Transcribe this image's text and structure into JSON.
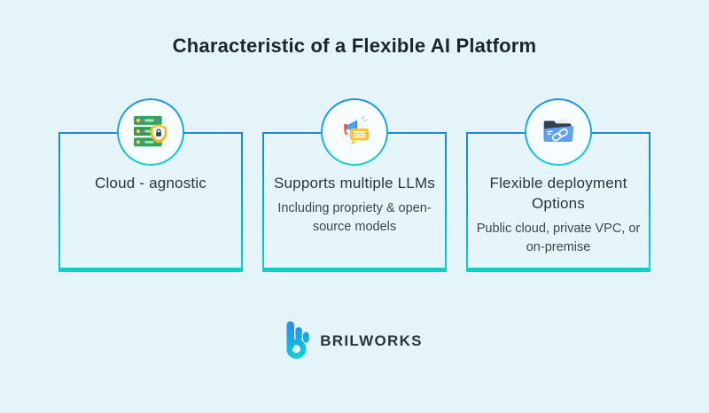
{
  "header": {
    "title": "Characteristic of a Flexible AI Platform"
  },
  "cards": [
    {
      "icon": "secure-servers-icon",
      "title": "Cloud - agnostic",
      "subtitle": ""
    },
    {
      "icon": "megaphone-chat-icon",
      "title": "Supports multiple LLMs",
      "subtitle": "Including propriety & open-source models"
    },
    {
      "icon": "folder-link-icon",
      "title": "Flexible deployment Options",
      "subtitle": "Public cloud, private VPC, or on-premise"
    }
  ],
  "footer": {
    "brand": "BRILWORKS"
  },
  "colors": {
    "page_background": "#e4f4f9",
    "card_border_top": "#1e87d7",
    "card_border_bottom": "#07d3c9",
    "circle_fill": "#f7fcfe",
    "title_color": "#1d262c",
    "logo_gradient_top": "#2e86f0",
    "logo_gradient_bottom": "#10d6d3"
  }
}
